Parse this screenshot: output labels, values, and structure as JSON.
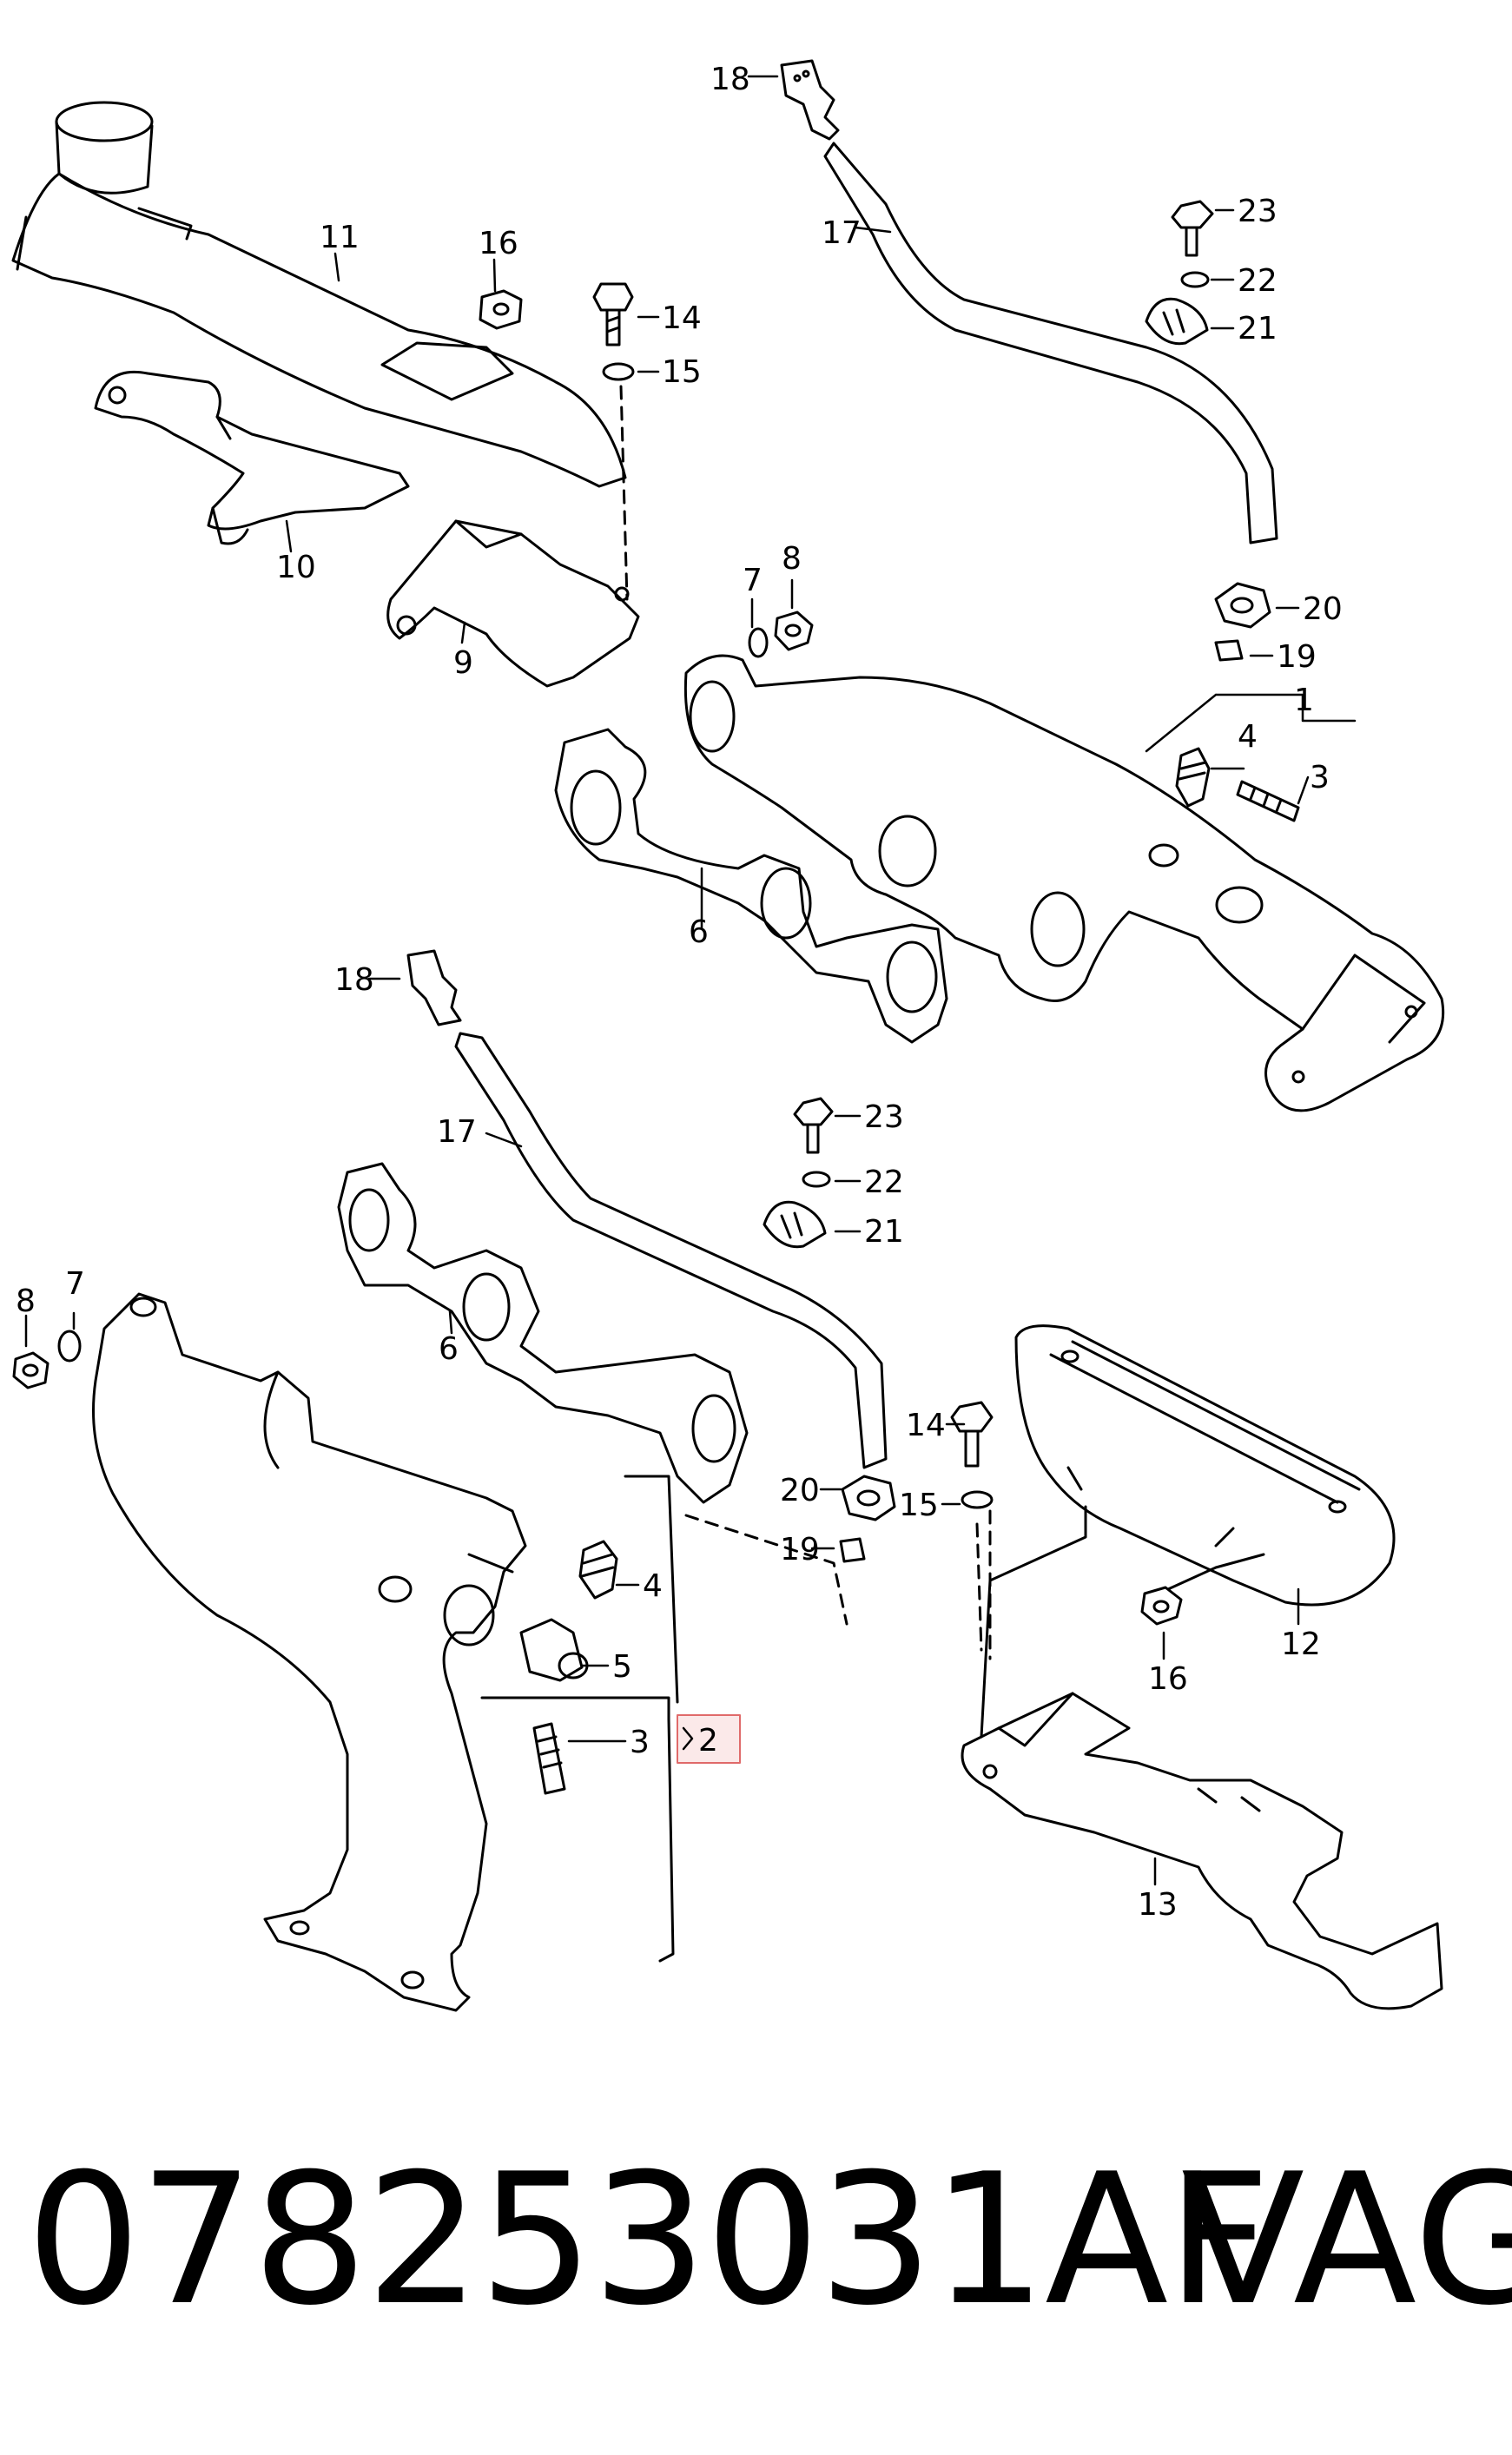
{
  "callouts": [
    {
      "id": "c11a",
      "text": "11"
    },
    {
      "id": "c16a",
      "text": "16"
    },
    {
      "id": "c14a",
      "text": "14"
    },
    {
      "id": "c15a",
      "text": "15"
    },
    {
      "id": "c10",
      "text": "10"
    },
    {
      "id": "c9",
      "text": "9"
    },
    {
      "id": "c18a",
      "text": "18"
    },
    {
      "id": "c17a",
      "text": "17"
    },
    {
      "id": "c23a",
      "text": "23"
    },
    {
      "id": "c22a",
      "text": "22"
    },
    {
      "id": "c21a",
      "text": "21"
    },
    {
      "id": "c7a",
      "text": "7"
    },
    {
      "id": "c8a",
      "text": "8"
    },
    {
      "id": "c20a",
      "text": "20"
    },
    {
      "id": "c19a",
      "text": "19"
    },
    {
      "id": "c1",
      "text": "1"
    },
    {
      "id": "c4a",
      "text": "4"
    },
    {
      "id": "c3a",
      "text": "3"
    },
    {
      "id": "c6a",
      "text": "6"
    },
    {
      "id": "c18b",
      "text": "18"
    },
    {
      "id": "c17b",
      "text": "17"
    },
    {
      "id": "c23b",
      "text": "23"
    },
    {
      "id": "c22b",
      "text": "22"
    },
    {
      "id": "c21b",
      "text": "21"
    },
    {
      "id": "c8b",
      "text": "8"
    },
    {
      "id": "c7b",
      "text": "7"
    },
    {
      "id": "c6b",
      "text": "6"
    },
    {
      "id": "c14b",
      "text": "14"
    },
    {
      "id": "c20b",
      "text": "20"
    },
    {
      "id": "c15b",
      "text": "15"
    },
    {
      "id": "c19b",
      "text": "19"
    },
    {
      "id": "c4b",
      "text": "4"
    },
    {
      "id": "c5",
      "text": "5"
    },
    {
      "id": "c3b",
      "text": "3"
    },
    {
      "id": "c2",
      "text": "2"
    },
    {
      "id": "c12",
      "text": "12"
    },
    {
      "id": "c16b",
      "text": "16"
    },
    {
      "id": "c13",
      "text": "13"
    }
  ],
  "footer": {
    "part_number": "078253031AF",
    "brand": "VAG"
  },
  "colors": {
    "line": "#000000",
    "highlight_border": "#e06a6a",
    "highlight_fill": "#fbe9e9"
  }
}
